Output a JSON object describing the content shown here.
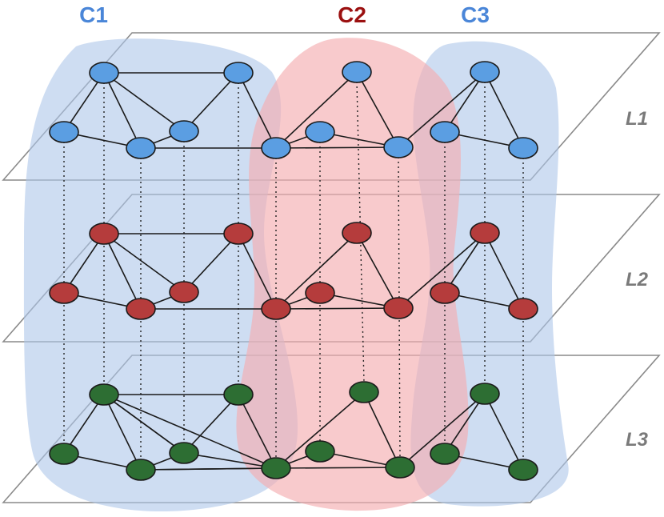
{
  "communities": [
    {
      "label": "C1",
      "color": "#4a86d8"
    },
    {
      "label": "C2",
      "color": "#9b1010"
    },
    {
      "label": "C3",
      "color": "#4a86d8"
    }
  ],
  "layers": [
    {
      "label": "L1",
      "node_color": "#5b9ee2"
    },
    {
      "label": "L2",
      "node_color": "#b53c3c"
    },
    {
      "label": "L3",
      "node_color": "#2d6e33"
    }
  ],
  "overlay_colors": {
    "blue_region": "#aec6ea",
    "red_region": "#f5aeb0"
  }
}
